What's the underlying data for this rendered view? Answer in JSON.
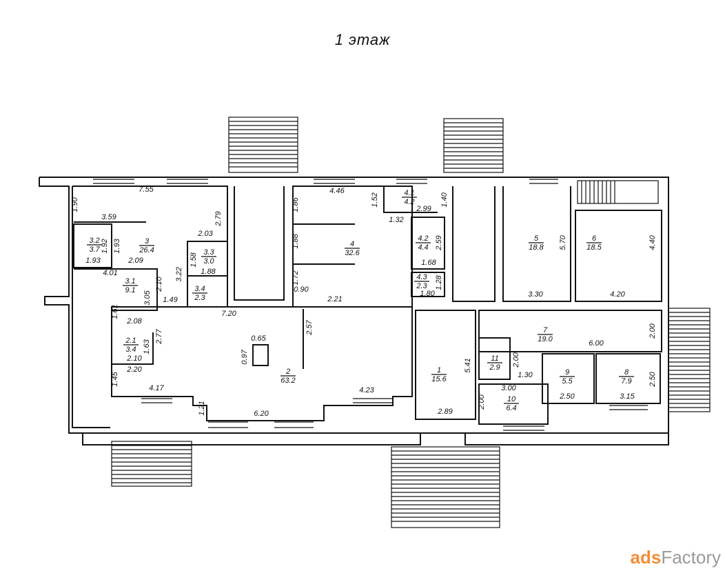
{
  "title": "1 этаж",
  "watermark": {
    "brand_a": "ads",
    "brand_b": "Factory"
  },
  "rooms": [
    {
      "id": "3",
      "area": "26.4"
    },
    {
      "id": "3.2",
      "area": "3.7"
    },
    {
      "id": "3.1",
      "area": "9.1"
    },
    {
      "id": "3.3",
      "area": "3.0"
    },
    {
      "id": "3.4",
      "area": "2.3"
    },
    {
      "id": "2.1",
      "area": "3.4"
    },
    {
      "id": "4",
      "area": "32.6"
    },
    {
      "id": "4.1",
      "area": "4.2"
    },
    {
      "id": "4.2",
      "area": "4.4"
    },
    {
      "id": "4.3",
      "area": "2.3"
    },
    {
      "id": "5",
      "area": "18.8"
    },
    {
      "id": "6",
      "area": "18.5"
    },
    {
      "id": "2",
      "area": "63.2"
    },
    {
      "id": "1",
      "area": "15.6"
    },
    {
      "id": "7",
      "area": "19.0"
    },
    {
      "id": "11",
      "area": "2.9"
    },
    {
      "id": "10",
      "area": "6.4"
    },
    {
      "id": "9",
      "area": "5.5"
    },
    {
      "id": "8",
      "area": "7.9"
    }
  ],
  "dimensions": [
    "7.55",
    "1.90",
    "2.79",
    "3.59",
    "1.92",
    "1.93",
    "1.93",
    "2.09",
    "4.01",
    "2.03",
    "1.58",
    "1.88",
    "3.22",
    "2.10",
    "3.05",
    "1.49",
    "1.61",
    "2.08",
    "2.77",
    "1.63",
    "2.10",
    "2.20",
    "1.45",
    "4.17",
    "1.21",
    "6.20",
    "0.97",
    "0.65",
    "2.57",
    "7.20",
    "4.23",
    "4.46",
    "1.86",
    "1.88",
    "1.72",
    "0.90",
    "2.21",
    "1.52",
    "1.40",
    "2.99",
    "1.32",
    "2.59",
    "1.68",
    "1.28",
    "1.80",
    "5.70",
    "4.40",
    "3.30",
    "4.20",
    "2.00",
    "6.00",
    "2.00",
    "1.30",
    "2.50",
    "2.50",
    "3.15",
    "3.00",
    "2.00",
    "5.41",
    "2.89"
  ]
}
